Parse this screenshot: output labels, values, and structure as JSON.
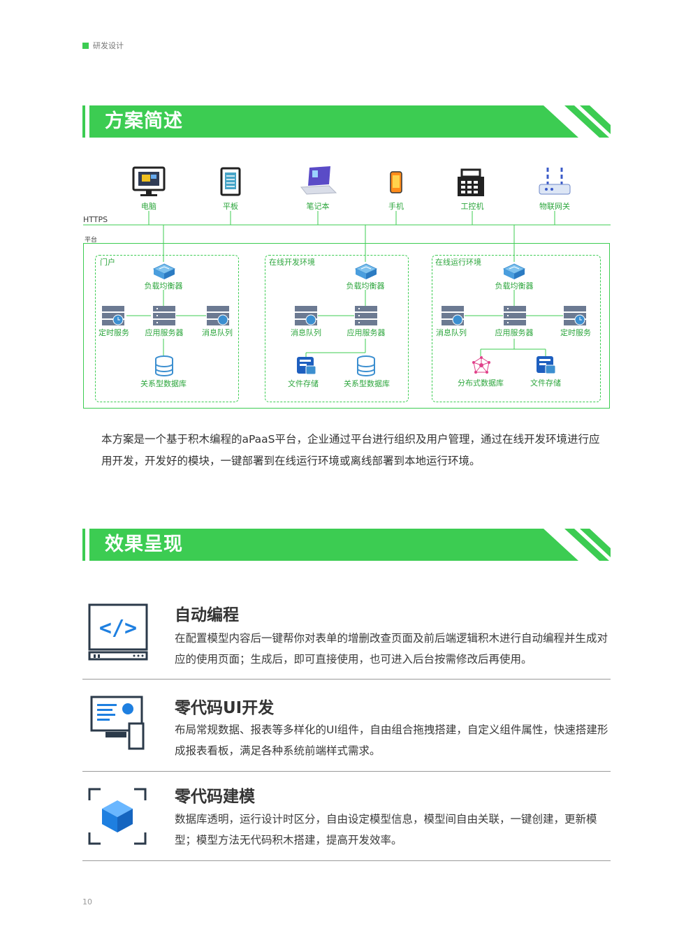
{
  "header": {
    "section_tag": "研发设计"
  },
  "section1": {
    "title": "方案简述"
  },
  "diagram": {
    "devices": [
      "电脑",
      "平板",
      "笔记本",
      "手机",
      "工控机",
      "物联网关"
    ],
    "https_label": "HTTPS",
    "platform_label": "平台",
    "groups": [
      {
        "label": "门户",
        "nodes": {
          "lb": "负载均衡器",
          "left": "定时服务",
          "center": "应用服务器",
          "right": "消息队列",
          "db": "关系型数据库"
        }
      },
      {
        "label": "在线开发环境",
        "nodes": {
          "lb": "负载均衡器",
          "left": "消息队列",
          "center": "应用服务器",
          "file": "文件存储",
          "db": "关系型数据库"
        }
      },
      {
        "label": "在线运行环境",
        "nodes": {
          "lb": "负载均衡器",
          "left": "消息队列",
          "center": "应用服务器",
          "right": "定时服务",
          "dist": "分布式数据库",
          "file": "文件存储"
        }
      }
    ]
  },
  "paragraph": "本方案是一个基于积木编程的aPaaS平台，企业通过平台进行组织及用户管理，通过在线开发环境进行应用开发，开发好的模块，一键部署到在线运行环境或离线部署到本地运行环境。",
  "section2": {
    "title": "效果呈现"
  },
  "features": [
    {
      "title": "自动编程",
      "desc": "在配置模型内容后一键帮你对表单的增删改查页面及前后端逻辑积木进行自动编程并生成对应的使用页面；生成后，即可直接使用，也可进入后台按需修改后再使用。",
      "icon": "code-monitor-icon"
    },
    {
      "title": "零代码UI开发",
      "desc": "布局常规数据、报表等多样化的UI组件，自由组合拖拽搭建，自定义组件属性，快速搭建形成报表看板，满足各种系统前端样式需求。",
      "icon": "desktop-computer-icon"
    },
    {
      "title": "零代码建模",
      "desc": "数据库透明，运行设计时区分，自由设定模型信息，模型间自由关联，一键创建，更新模型；模型方法无代码积木搭建，提高开发效率。",
      "icon": "cube-frame-icon"
    }
  ],
  "page_number": "10",
  "colors": {
    "accent": "#3ccc52",
    "label_green": "#2da63d",
    "icon_blue": "#1e7fe0",
    "icon_dark": "#2b3a4a"
  }
}
